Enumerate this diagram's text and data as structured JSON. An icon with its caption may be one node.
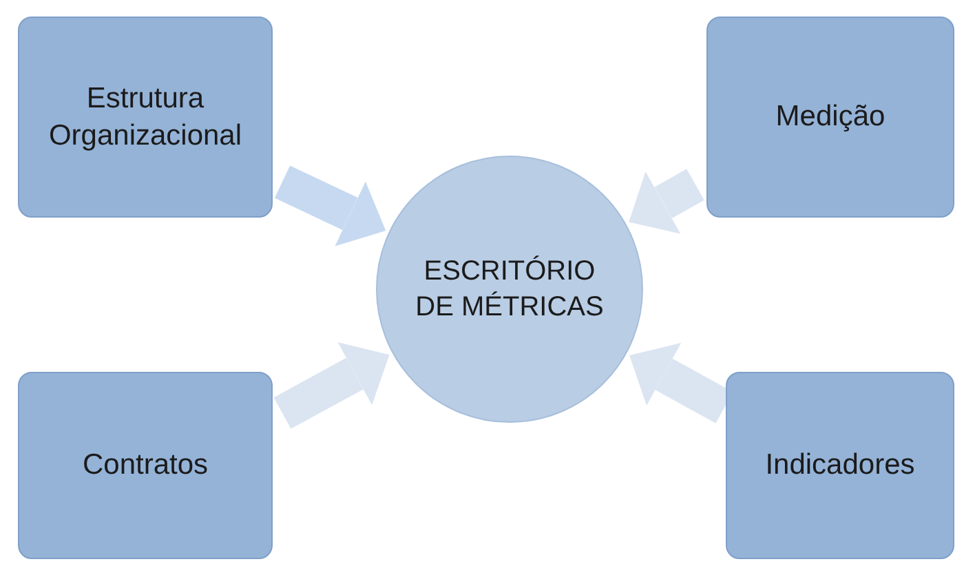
{
  "diagram": {
    "nodes": [
      {
        "text": [
          "Estrutura Organizacional"
        ]
      },
      {
        "text": [
          "Medição"
        ]
      },
      {
        "text": [
          "ESCRITÓRIO DE MÉTRICAS"
        ]
      },
      {
        "text": [
          "Contratos"
        ]
      },
      {
        "text": [
          "Indicadores"
        ]
      }
    ],
    "edges": [
      {
        "from": 0,
        "to": 2,
        "arrow": "to",
        "color": "#c6d9f1"
      },
      {
        "from": 1,
        "to": 2,
        "arrow": "to"
      },
      {
        "from": 3,
        "to": 2,
        "arrow": "to"
      },
      {
        "from": 4,
        "to": 2,
        "arrow": "to"
      }
    ]
  }
}
